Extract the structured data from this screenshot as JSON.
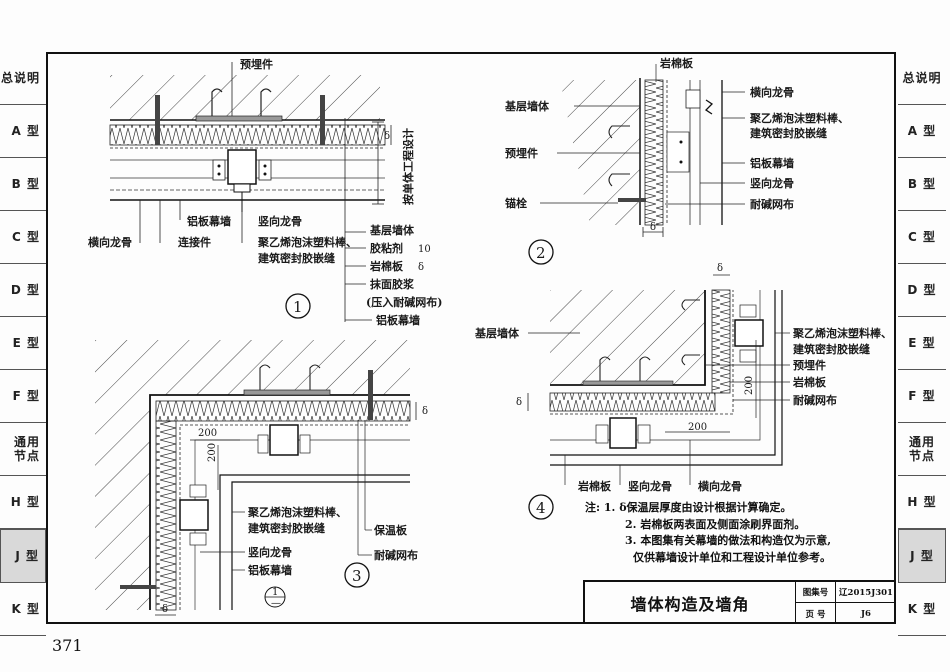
{
  "page_number": "371",
  "side_tabs": [
    {
      "label": "总说明",
      "active": false
    },
    {
      "label": "A 型",
      "active": false
    },
    {
      "label": "B 型",
      "active": false
    },
    {
      "label": "C 型",
      "active": false
    },
    {
      "label": "D 型",
      "active": false
    },
    {
      "label": "E 型",
      "active": false
    },
    {
      "label": "F 型",
      "active": false
    },
    {
      "label": "通用\n节点",
      "active": false
    },
    {
      "label": "H 型",
      "active": false
    },
    {
      "label": "J 型",
      "active": true
    },
    {
      "label": "K 型",
      "active": false
    }
  ],
  "title_block": {
    "title": "墙体构造及墙角",
    "atlas_no_label": "图集号",
    "atlas_no_value": "辽2015J301",
    "page_label": "页  号",
    "page_value": "J6"
  },
  "notes": {
    "prefix": "注:",
    "items": [
      "1. δ保温层厚度由设计根据计算确定。",
      "2. 岩棉板两表面及侧面涂刷界面剂。",
      "3. 本图集有关幕墙的做法和构造仅为示意,",
      "仅供幕墙设计单位和工程设计单位参考。"
    ]
  },
  "detail1": {
    "number": "1",
    "labels": {
      "embedded_part": "预埋件",
      "per_project": "按单体工程设计",
      "delta": "δ",
      "aluminum_curtain_wall": "铝板幕墙",
      "vertical_keel": "竖向龙骨",
      "horizontal_keel": "横向龙骨",
      "connector": "连接件",
      "sealant_line1": "聚乙烯泡沫塑料棒、",
      "sealant_line2": "建筑密封胶嵌缝",
      "base_wall": "基层墙体",
      "adhesive": "胶粘剂",
      "adhesive_value": "10",
      "rock_wool": "岩棉板",
      "rock_wool_value": "δ",
      "plaster_line1": "抹面胶浆",
      "plaster_line2": "(压入耐碱网布)",
      "aluminum_curtain_wall_2": "铝板幕墙"
    }
  },
  "detail2": {
    "number": "2",
    "labels": {
      "rock_wool": "岩棉板",
      "base_wall": "基层墙体",
      "embedded_part": "预埋件",
      "anchor": "锚栓",
      "horizontal_keel": "横向龙骨",
      "sealant_line1": "聚乙烯泡沫塑料棒、",
      "sealant_line2": "建筑密封胶嵌缝",
      "aluminum_curtain_wall": "铝板幕墙",
      "vertical_keel": "竖向龙骨",
      "mesh": "耐碱网布",
      "delta": "δ"
    }
  },
  "detail3": {
    "number": "3",
    "ref_top": "1",
    "ref_bottom": "—",
    "labels": {
      "dim_200a": "200",
      "dim_200b": "200",
      "delta_right": "δ",
      "delta_bottom": "δ",
      "insulation": "保温板",
      "mesh": "耐碱网布",
      "sealant_line1": "聚乙烯泡沫塑料棒、",
      "sealant_line2": "建筑密封胶嵌缝",
      "vertical_keel": "竖向龙骨",
      "aluminum_curtain_wall": "铝板幕墙"
    }
  },
  "detail4": {
    "number": "4",
    "labels": {
      "delta_top": "δ",
      "delta_left": "δ",
      "base_wall": "基层墙体",
      "sealant_line1": "聚乙烯泡沫塑料棒、",
      "sealant_line2": "建筑密封胶嵌缝",
      "embedded_part": "预埋件",
      "rock_wool": "岩棉板",
      "mesh": "耐碱网布",
      "dim_200a": "200",
      "dim_200b": "200",
      "rock_wool_2": "岩棉板",
      "vertical_keel": "竖向龙骨",
      "horizontal_keel": "横向龙骨"
    }
  }
}
